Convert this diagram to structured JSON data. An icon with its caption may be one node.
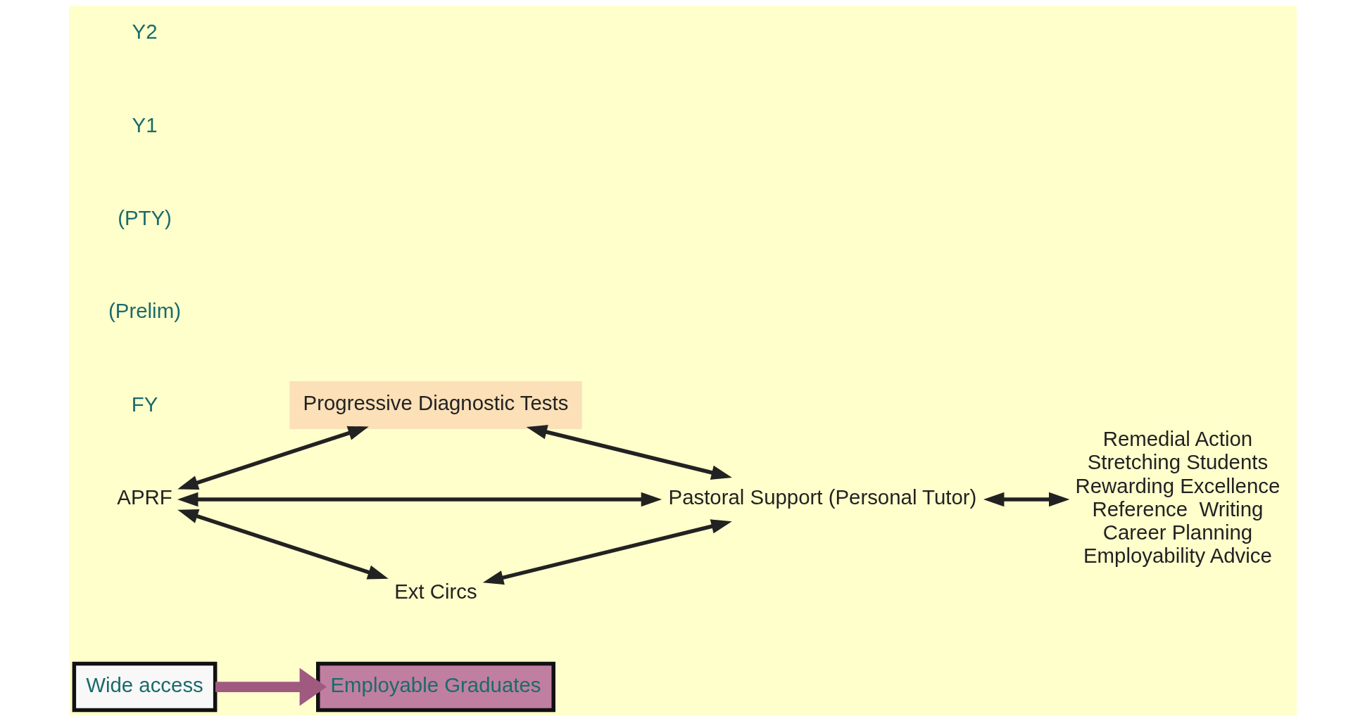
{
  "diagram": {
    "nodes": [
      {
        "text": [
          "Wide access"
        ]
      },
      {
        "text": [
          "Employable Graduates"
        ]
      },
      {
        "text": [
          "Progressive Diagnostic Tests"
        ]
      },
      {
        "text": [
          "APRF"
        ]
      },
      {
        "text": [
          "Pastoral Support (Personal Tutor)"
        ]
      },
      {
        "text": [
          "Ext Circs"
        ]
      },
      {
        "text": [
          "Remedial Action",
          "Stretching Students",
          "Rewarding Excellence",
          "Reference  Writing",
          "Career Planning",
          "Employability Advice"
        ]
      }
    ],
    "edges": [
      {
        "from": 0,
        "to": 1,
        "arrow": "to",
        "style": "thick",
        "color": "#a05a80"
      },
      {
        "from": 3,
        "to": 2,
        "arrow": "both"
      },
      {
        "from": 2,
        "to": 4,
        "arrow": "both"
      },
      {
        "from": 3,
        "to": 4,
        "arrow": "both"
      },
      {
        "from": 3,
        "to": 5,
        "arrow": "both"
      },
      {
        "from": 5,
        "to": 4,
        "arrow": "both"
      },
      {
        "from": 4,
        "to": 6,
        "arrow": "both"
      }
    ],
    "labels": [
      "Y2",
      "Y1",
      "(PTY)",
      "(Prelim)",
      "FY"
    ]
  }
}
